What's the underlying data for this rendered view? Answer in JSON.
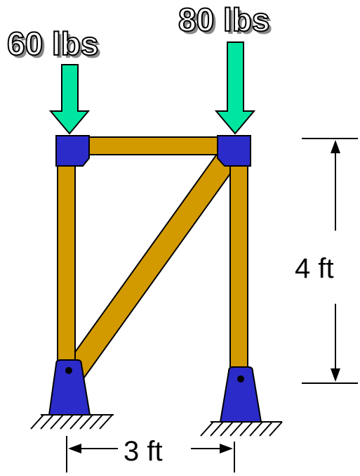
{
  "loads": {
    "left": "60 lbs",
    "right": "80 lbs"
  },
  "dimensions": {
    "height": "4 ft",
    "width": "3 ft"
  },
  "colors": {
    "member": "#d39a00",
    "joint": "#2b2bc9",
    "arrow": "#00e6a0",
    "outline": "#000000",
    "background": "#ffffff"
  }
}
